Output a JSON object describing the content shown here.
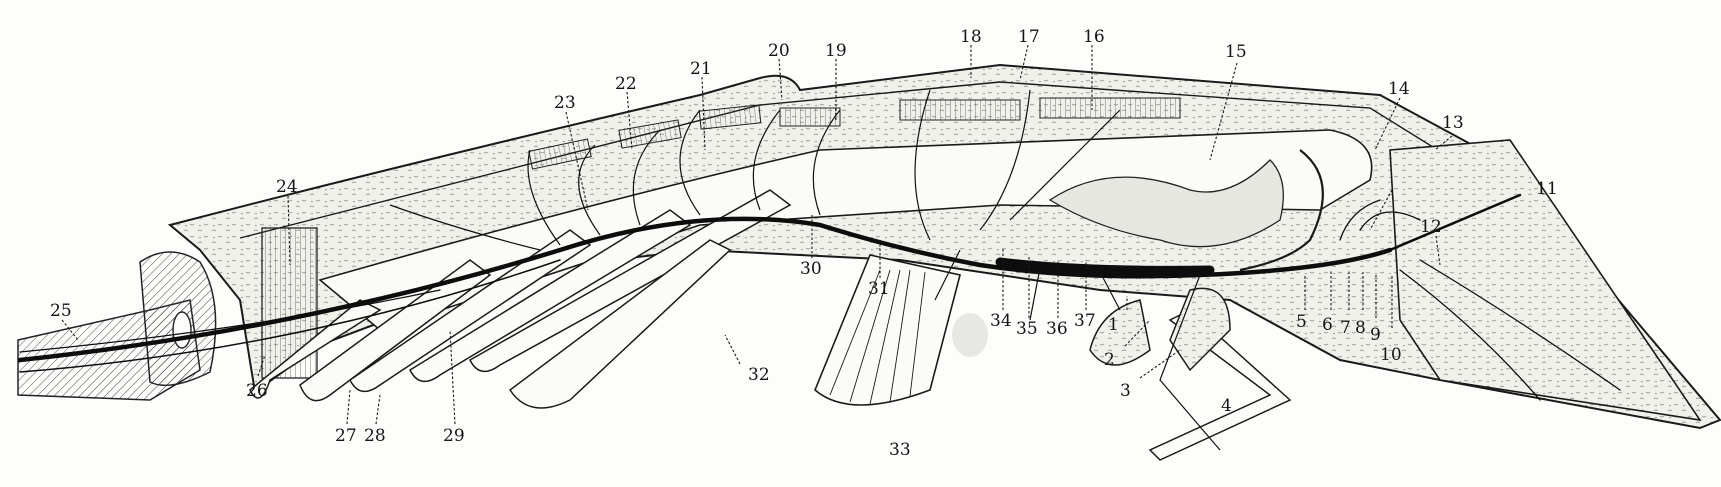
{
  "figure": {
    "colors": {
      "ink": "#141414",
      "stipple": "#efefea",
      "paper": "#fdfdfb"
    },
    "callouts": [
      {
        "id": "1",
        "text": "1"
      },
      {
        "id": "2",
        "text": "2"
      },
      {
        "id": "3",
        "text": "3"
      },
      {
        "id": "4",
        "text": "4"
      },
      {
        "id": "5",
        "text": "5"
      },
      {
        "id": "6",
        "text": "6"
      },
      {
        "id": "7",
        "text": "7"
      },
      {
        "id": "8",
        "text": "8"
      },
      {
        "id": "9",
        "text": "9"
      },
      {
        "id": "10",
        "text": "10"
      },
      {
        "id": "11",
        "text": "11"
      },
      {
        "id": "12",
        "text": "12"
      },
      {
        "id": "13",
        "text": "13"
      },
      {
        "id": "14",
        "text": "14"
      },
      {
        "id": "15",
        "text": "15"
      },
      {
        "id": "16",
        "text": "16"
      },
      {
        "id": "17",
        "text": "17"
      },
      {
        "id": "18",
        "text": "18"
      },
      {
        "id": "19",
        "text": "19"
      },
      {
        "id": "20",
        "text": "20"
      },
      {
        "id": "21",
        "text": "21"
      },
      {
        "id": "22",
        "text": "22"
      },
      {
        "id": "23",
        "text": "23"
      },
      {
        "id": "24",
        "text": "24"
      },
      {
        "id": "25",
        "text": "25"
      },
      {
        "id": "26",
        "text": "26"
      },
      {
        "id": "27",
        "text": "27"
      },
      {
        "id": "28",
        "text": "28"
      },
      {
        "id": "29",
        "text": "29"
      },
      {
        "id": "30",
        "text": "30"
      },
      {
        "id": "31",
        "text": "31"
      },
      {
        "id": "32",
        "text": "32"
      },
      {
        "id": "33",
        "text": "33"
      },
      {
        "id": "34",
        "text": "34"
      },
      {
        "id": "35",
        "text": "35"
      },
      {
        "id": "36",
        "text": "36"
      },
      {
        "id": "37",
        "text": "37"
      }
    ]
  }
}
